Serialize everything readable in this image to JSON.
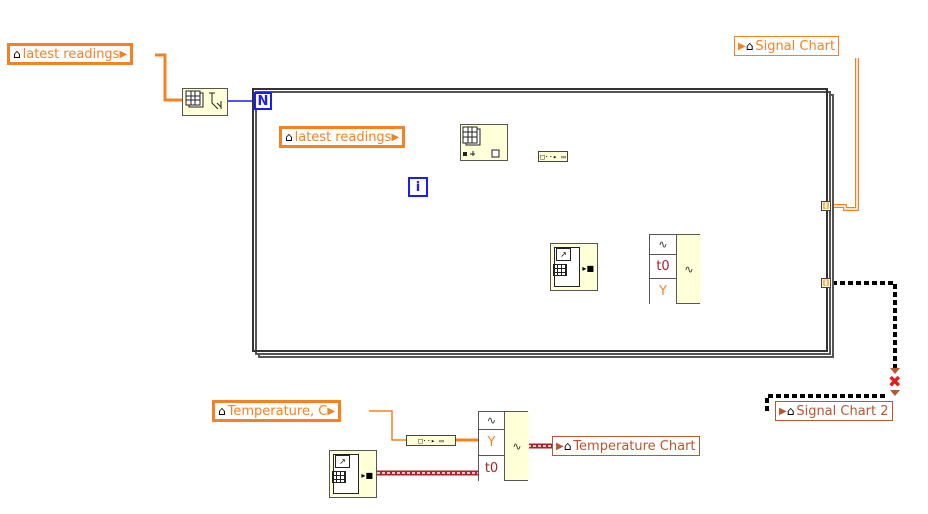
{
  "diagram": {
    "type": "LabVIEW block diagram",
    "terminals": {
      "latest_readings_outer": {
        "label": "latest readings",
        "kind": "local-variable-read"
      },
      "latest_readings_inner": {
        "label": "latest readings",
        "kind": "local-variable-read"
      },
      "signal_chart": {
        "label": "Signal Chart",
        "kind": "local-variable-write"
      },
      "signal_chart_2": {
        "label": "Signal Chart 2",
        "kind": "local-variable-write",
        "broken_wire": true
      },
      "temperature_c": {
        "label": "Temperature, C",
        "kind": "local-variable-read"
      },
      "temperature_chart": {
        "label": "Temperature Chart",
        "kind": "local-variable-write"
      }
    },
    "loop": {
      "type": "for-loop",
      "count_terminal": "N",
      "iteration_terminal": "i"
    },
    "nodes": {
      "array_size": {
        "icon": "array-size-icon"
      },
      "index_array": {
        "icon": "index-array-icon"
      },
      "build_waveform_inner": {
        "inputs": [
          "t0",
          "Y"
        ]
      },
      "build_waveform_outer": {
        "inputs": [
          "Y",
          "t0"
        ]
      },
      "timestamp": {
        "icon": "get-date-time-icon"
      },
      "to_dbl": {
        "icon": "conversion-icon"
      }
    },
    "glyphs": {
      "home": "⌂",
      "arrow": "▶",
      "tilde": "∿",
      "x": "✖",
      "tunnel_bracket": "[]"
    },
    "colors": {
      "numeric_wire": "#f58220",
      "integer_wire": "#1b1bff",
      "waveform_wire": "#a8232a",
      "broken_wire": "#000000",
      "node_fill": "#ffffd8"
    }
  }
}
